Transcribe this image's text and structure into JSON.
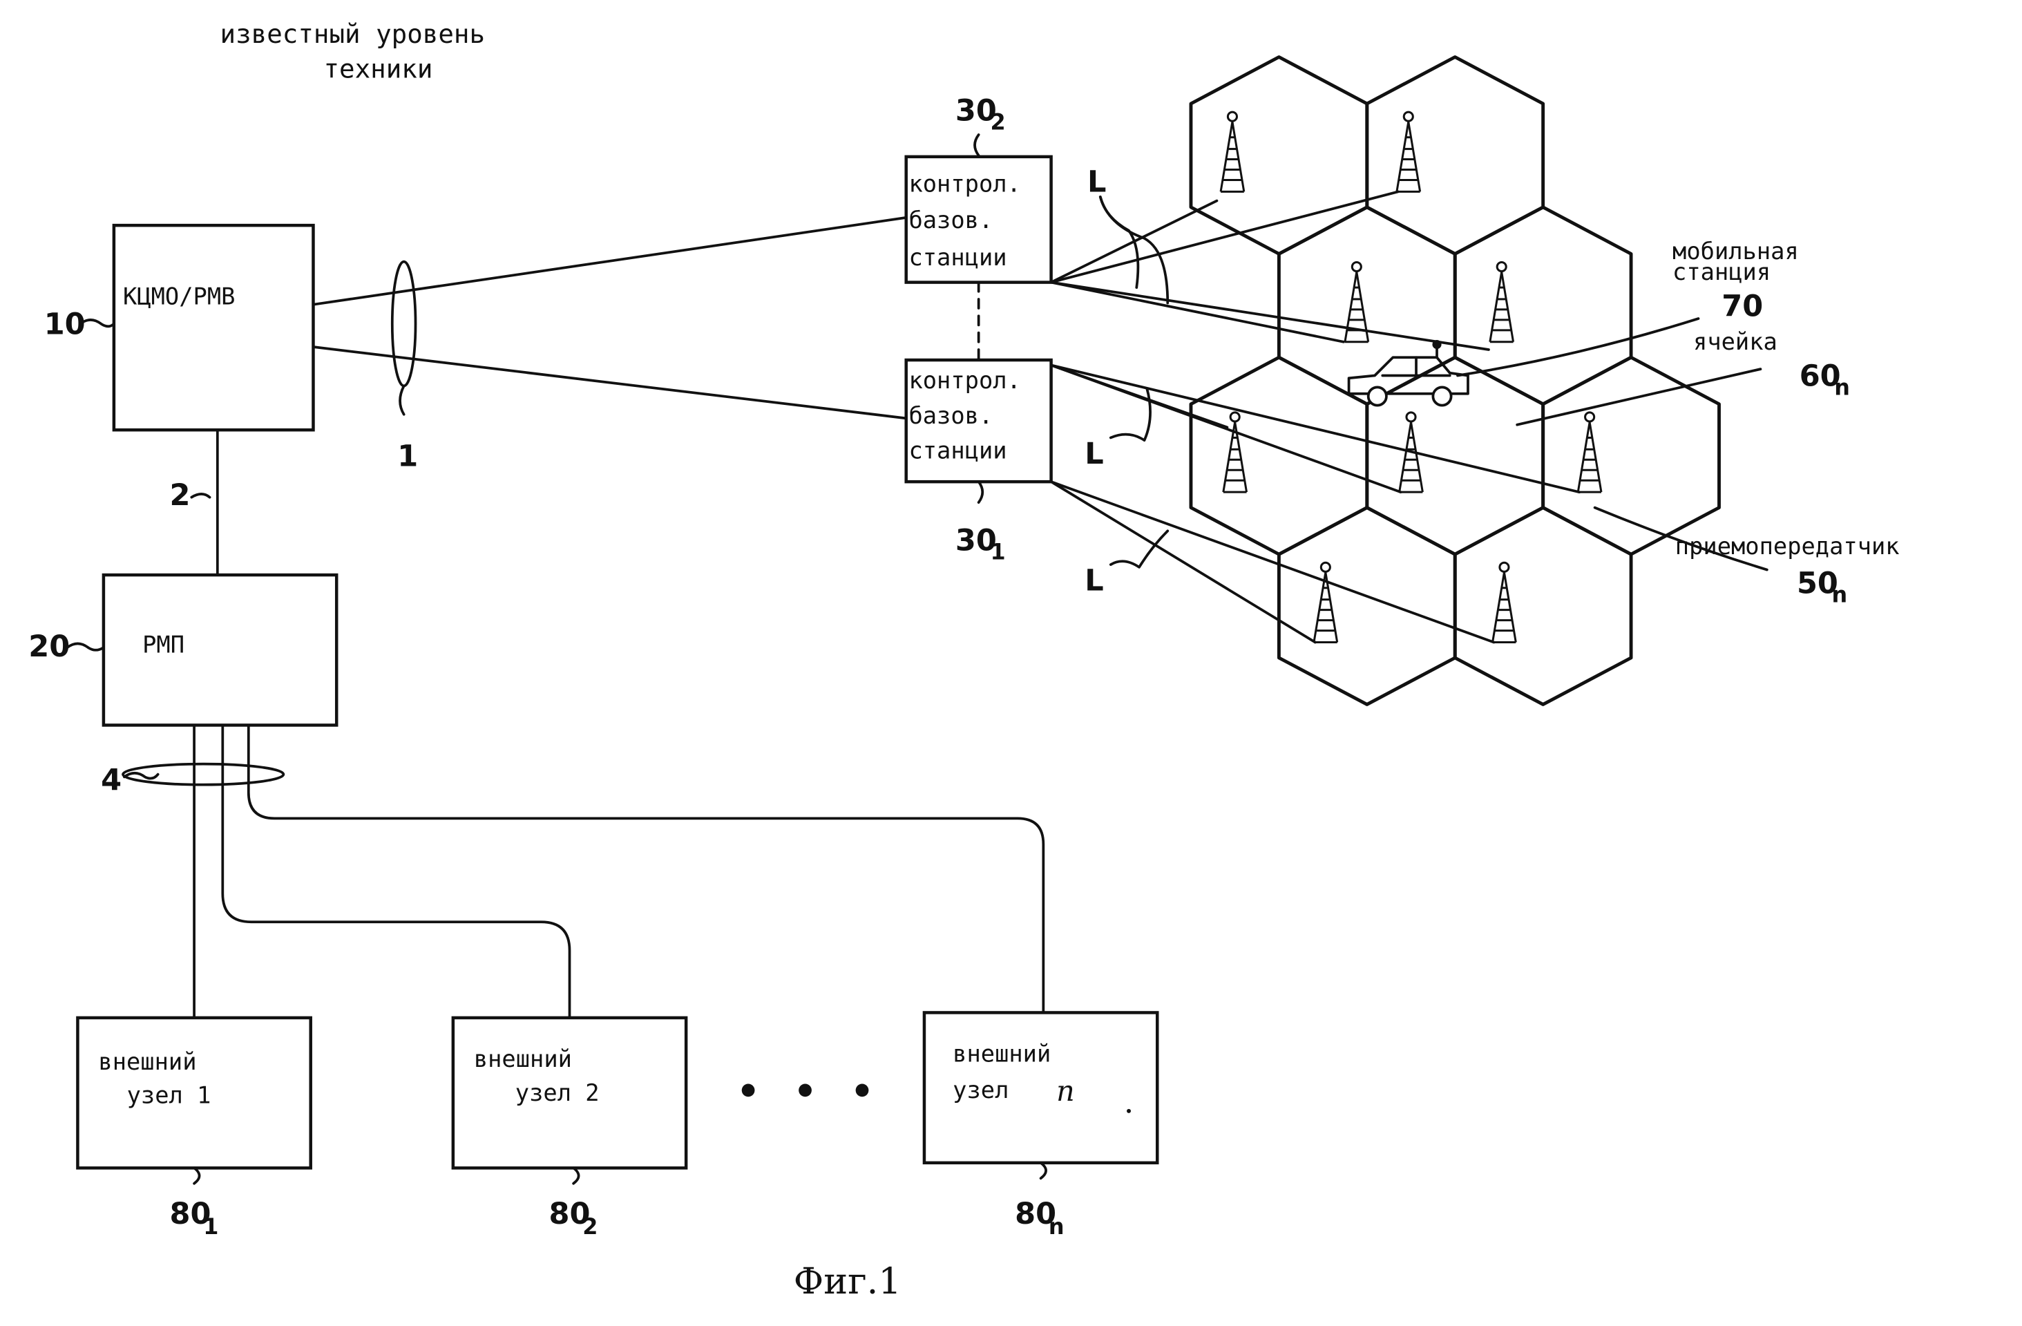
{
  "header": {
    "line1": "известный уровень",
    "line2": "техники"
  },
  "msc": {
    "label": "КЦМО/РМВ",
    "ref": "10"
  },
  "link1": {
    "ref": "1"
  },
  "link2": {
    "ref": "2"
  },
  "hlr": {
    "label": "РМП",
    "ref": "20"
  },
  "link4": {
    "ref": "4"
  },
  "bsc2": {
    "line1": "контрол.",
    "line2": "базов.",
    "line3": "станции",
    "ref_main": "30",
    "ref_sub": "2"
  },
  "bsc1": {
    "line1": "контрол.",
    "line2": "базов.",
    "line3": "станции",
    "ref_main": "30",
    "ref_sub": "1"
  },
  "link_L": {
    "label": "L"
  },
  "mobile": {
    "line1": "мобильная",
    "line2": "станция",
    "ref": "70"
  },
  "cell": {
    "label": "ячейка",
    "ref_main": "60",
    "ref_sub": "n"
  },
  "transceiver": {
    "label": "приемопередатчик",
    "ref_main": "50",
    "ref_sub": "n"
  },
  "external_nodes": [
    {
      "line1": "внешний",
      "line2": "узел 1",
      "ref_main": "80",
      "ref_sub": "1"
    },
    {
      "line1": "внешний",
      "line2": "узел 2",
      "ref_main": "80",
      "ref_sub": "2"
    },
    {
      "line1": "внешний",
      "line2": "узел",
      "node_var": "n",
      "ref_main": "80",
      "ref_sub": "n"
    }
  ],
  "caption": "Фиг.1"
}
